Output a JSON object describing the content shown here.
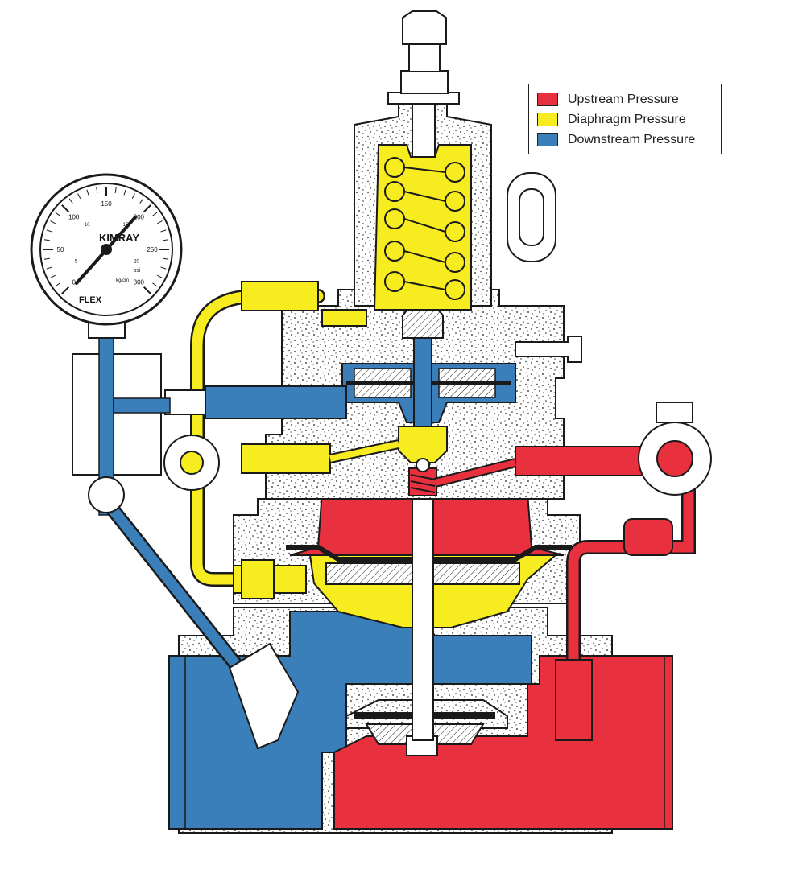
{
  "legend": {
    "items": [
      {
        "label": "Upstream Pressure",
        "color": "#e8303e"
      },
      {
        "label": "Diaphragm Pressure",
        "color": "#f7ec20"
      },
      {
        "label": "Downstream Pressure",
        "color": "#3a7fba"
      }
    ]
  },
  "gauge": {
    "brand": "KIMRAY",
    "scale_labels": [
      "0",
      "50",
      "100",
      "150",
      "200",
      "250",
      "300"
    ],
    "inner_labels": [
      "5",
      "10",
      "15",
      "20"
    ],
    "unit_psi": "psi",
    "unit_kg": "kg/cm",
    "footer": "FLEX"
  },
  "colors": {
    "upstream": "#e8303e",
    "diaphragm": "#f7ec20",
    "downstream": "#3a7fba",
    "body": "#ffffff",
    "outline": "#1a1a1a",
    "speckle": "#1a1a1a"
  }
}
